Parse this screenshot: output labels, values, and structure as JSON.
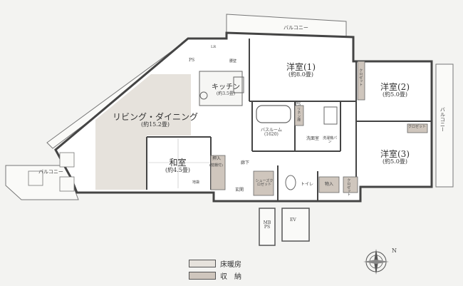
{
  "rooms": {
    "living": {
      "name": "リビング・ダイニング",
      "size": "(約15.2畳)"
    },
    "kitchen": {
      "name": "キッチン",
      "size": "(約3.5畳)"
    },
    "washitsu": {
      "name": "和室",
      "size": "(約4.5畳)"
    },
    "yoshitsu1": {
      "name": "洋室(1)",
      "size": "(約8.0畳)"
    },
    "yoshitsu2": {
      "name": "洋室(2)",
      "size": "(約5.0畳)"
    },
    "yoshitsu3": {
      "name": "洋室(3)",
      "size": "(約5.0畳)"
    },
    "bath": {
      "name": "バスルーム",
      "size": "(1620)"
    }
  },
  "small_labels": {
    "balcony_top": "バルコニー",
    "balcony_left": "バルコニー",
    "balcony_right": "バルコニー",
    "washroom": "洗面室",
    "hallway": "廊下",
    "genkan": "玄関",
    "toilet": "トイレ",
    "storage": "物入",
    "oshiire": "押入",
    "oshiire_note": "(枕棚付)",
    "shoes_closet": "シューズクロゼット",
    "closet1": "クロゼット",
    "closet2": "クロゼット",
    "closet3": "クロゼット",
    "linen": "リネン庫",
    "washer_pan": "洗濯機パン",
    "tokonoma": "地袋",
    "ps1": "PS",
    "ps2": "PS",
    "mb_ps": "MB PS",
    "ev": "EV",
    "counter": "腰壁",
    "lr": "LR"
  },
  "legend": {
    "floor_heating": "床暖房",
    "storage": "収　納"
  },
  "compass": {
    "label": "N"
  },
  "colors": {
    "floor_heating": "#e6e2dc",
    "storage": "#cfc6bd",
    "wall": "#444444"
  }
}
